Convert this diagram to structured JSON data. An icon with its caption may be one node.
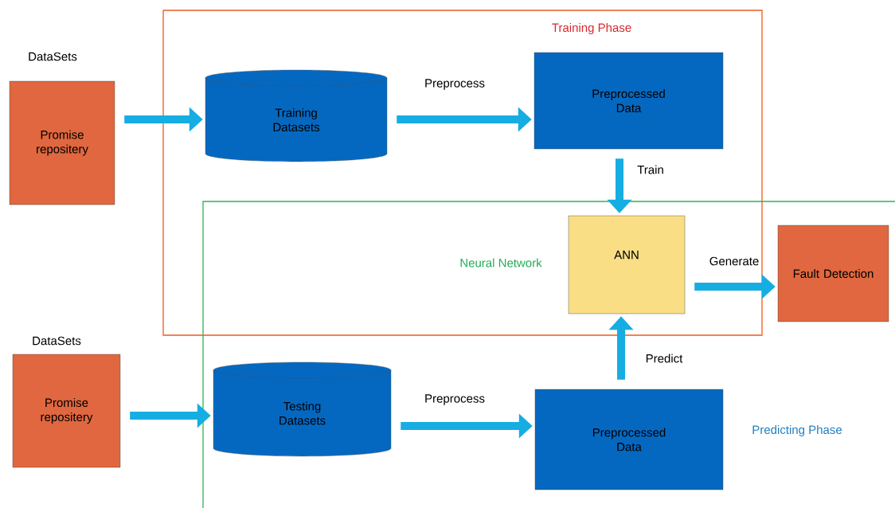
{
  "diagram": {
    "nodes": [
      {
        "text": [
          "Training Phase"
        ]
      },
      {
        "text": [
          "Predicting Phase"
        ]
      },
      {
        "text": [
          "DataSets",
          "Promise repositery"
        ]
      },
      {
        "text": [
          "Training Datasets"
        ],
        "in": 0
      },
      {
        "text": [
          "Preprocessed Data"
        ],
        "in": 0
      },
      {
        "text": [
          "ANN"
        ],
        "beside": [
          "Neural Network"
        ]
      },
      {
        "text": [
          "Fault Detection"
        ],
        "in": 1
      },
      {
        "text": [
          "DataSets",
          "Promise repositery"
        ]
      },
      {
        "text": [
          "Testing Datasets"
        ],
        "in": 1
      },
      {
        "text": [
          "Preprocessed Data"
        ],
        "in": 1
      }
    ],
    "edges": [
      {
        "from": 2,
        "to": 3,
        "arrow": "to"
      },
      {
        "from": 3,
        "to": 4,
        "arrow": "to",
        "label": "Preprocess"
      },
      {
        "from": 4,
        "to": 5,
        "arrow": "to",
        "label": "Train"
      },
      {
        "from": 5,
        "to": 6,
        "arrow": "to",
        "label": "Generate"
      },
      {
        "from": 7,
        "to": 8,
        "arrow": "to"
      },
      {
        "from": 8,
        "to": 9,
        "arrow": "to",
        "label": "Preprocess"
      },
      {
        "from": 9,
        "to": 5,
        "arrow": "to",
        "label": "Predict"
      }
    ]
  }
}
